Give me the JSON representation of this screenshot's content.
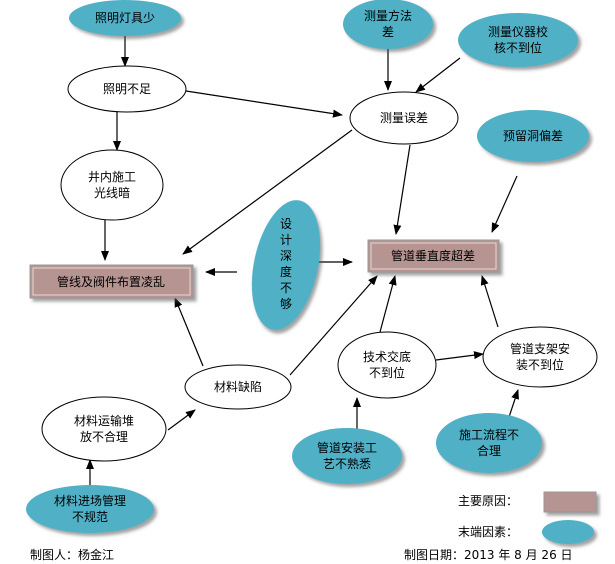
{
  "nodes": {
    "lighting_fixtures": "照明灯具少",
    "insufficient_lighting": "照明不足",
    "dark_shaft": [
      "井内施工",
      "光线暗"
    ],
    "measure_method": [
      "测量方法",
      "差"
    ],
    "instrument_calibration": [
      "测量仪器校",
      "核不到位"
    ],
    "measure_error": "测量误差",
    "reserved_hole": "预留洞偏差",
    "pipeline_chaos": "管线及阀件布置凌乱",
    "design_depth": [
      "设",
      "计",
      "深",
      "度",
      "不",
      "够"
    ],
    "vertical_exceed": "管道垂直度超差",
    "tech_disclosure": [
      "技术交底",
      "不到位"
    ],
    "support_install": [
      "管道支架安",
      "装不到位"
    ],
    "material_defect": "材料缺陷",
    "transport_stack": [
      "材料运输堆",
      "放不合理"
    ],
    "install_unfamiliar": [
      "管道安装工",
      "艺不熟悉"
    ],
    "process_unreasonable": [
      "施工流程不",
      "合理"
    ],
    "entry_management": [
      "材料进场管理",
      "不规范"
    ]
  },
  "legend": {
    "main_cause_label": "主要原因：",
    "end_cause_label": "末端因素："
  },
  "footer": {
    "author": "制图人：杨金江",
    "date": "制图日期：2013 年 8 月 26 日"
  },
  "colors": {
    "end_cause_fill": "#4fb0c6",
    "main_cause_fill": "#b59491",
    "line": "#000000"
  }
}
